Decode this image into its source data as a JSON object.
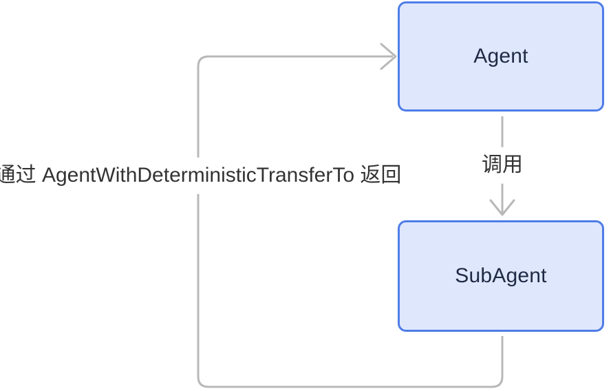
{
  "diagram": {
    "type": "flowchart",
    "nodes": [
      {
        "id": "agent",
        "label": "Agent"
      },
      {
        "id": "subagent",
        "label": "SubAgent"
      }
    ],
    "edges": [
      {
        "from": "agent",
        "to": "subagent",
        "label": "调用",
        "direction": "down"
      },
      {
        "from": "subagent",
        "to": "agent",
        "label": "通过 AgentWithDeterministicTransferTo 返回",
        "direction": "loop-left"
      }
    ],
    "colors": {
      "background": "#ffffff",
      "node_fill": "#dfe7fc",
      "node_border": "#4e7de8",
      "node_text": "#1f2a44",
      "edge_line": "#b8b8b8",
      "edge_label_text": "#333333",
      "edge_label_background": "#ffffff"
    }
  }
}
